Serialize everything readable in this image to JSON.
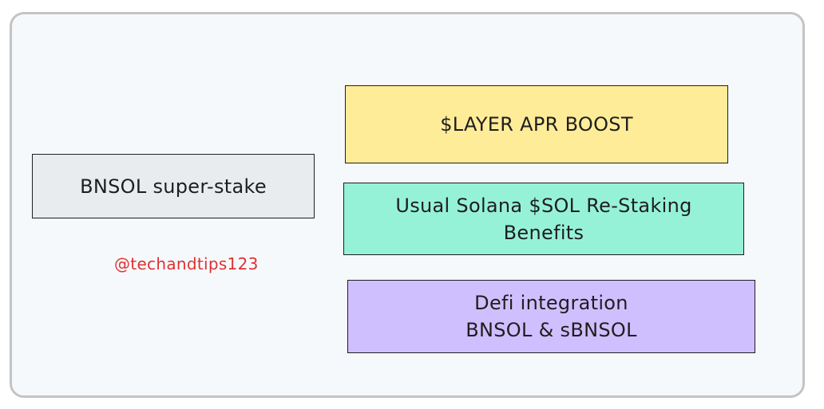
{
  "canvas": {
    "background": "#f6f9fc",
    "border_color": "#c4c4c4"
  },
  "nodes": [
    {
      "id": "bnsol-super-stake",
      "label": "BNSOL super-stake",
      "fill": "#e9ecef"
    },
    {
      "id": "layer-apr-boost",
      "label": "$LAYER APR BOOST",
      "fill": "#ffec99"
    },
    {
      "id": "usual-solana",
      "label": "Usual Solana $SOL Re-Staking\nBenefits",
      "fill": "#96f2d7"
    },
    {
      "id": "defi-integration",
      "label": "Defi integration\nBNSOL & sBNSOL",
      "fill": "#d0bfff"
    }
  ],
  "watermark": {
    "text": "@techandtips123",
    "color": "#e03131"
  }
}
